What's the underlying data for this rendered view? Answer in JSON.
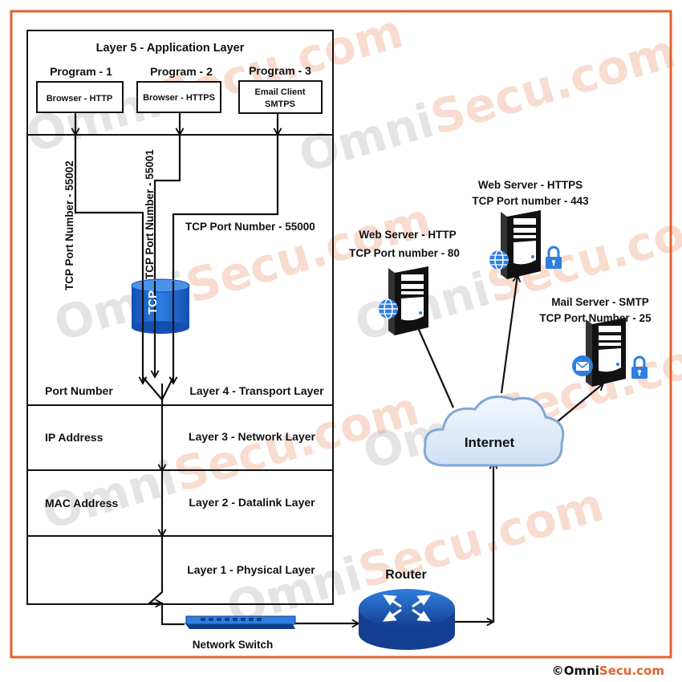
{
  "layers": {
    "application": "Layer 5 - Application Layer",
    "transport": "Layer 4 - Transport Layer",
    "network": "Layer 3 - Network Layer",
    "datalink": "Layer 2 - Datalink Layer",
    "physical": "Layer 1 - Physical Layer"
  },
  "programs": [
    {
      "title": "Program - 1",
      "box_lines": [
        "Browser - HTTP"
      ]
    },
    {
      "title": "Program - 2",
      "box_lines": [
        "Browser - HTTPS"
      ]
    },
    {
      "title": "Program - 3",
      "box_lines": [
        "Email Client",
        "SMTPS"
      ]
    }
  ],
  "ports": {
    "p1": "TCP Port Number - 55002",
    "p2": "TCP Port Number - 55001",
    "p3": "TCP Port Number - 55000"
  },
  "tcp_label": "TCP",
  "addressing": {
    "port": "Port Number",
    "ip": "IP Address",
    "mac": "MAC Address"
  },
  "devices": {
    "switch": "Network Switch",
    "router": "Router",
    "internet": "Internet"
  },
  "servers": [
    {
      "name": "Web Server - HTTP",
      "port": "TCP Port number - 80",
      "icon": "globe-icon"
    },
    {
      "name": "Web Server - HTTPS",
      "port": "TCP Port number - 443",
      "icon": "globe-icon",
      "lock": true
    },
    {
      "name": "Mail Server - SMTP",
      "port": "TCP Port Number - 25",
      "icon": "envelope-icon",
      "lock": true
    }
  ],
  "watermark": {
    "part1": "Omni",
    "part2": "Secu.com"
  },
  "copyright": {
    "symbol": "©",
    "part1": "Omni",
    "part2": "Secu.com"
  },
  "colors": {
    "frame": "#e2622c",
    "tcp_blue": "#1f6fd1",
    "router_blue": "#1d5fc4",
    "server_blue": "#2f7fe0",
    "lock_blue": "#2f7fe0",
    "cloud_blue": "#e6f0fb"
  }
}
